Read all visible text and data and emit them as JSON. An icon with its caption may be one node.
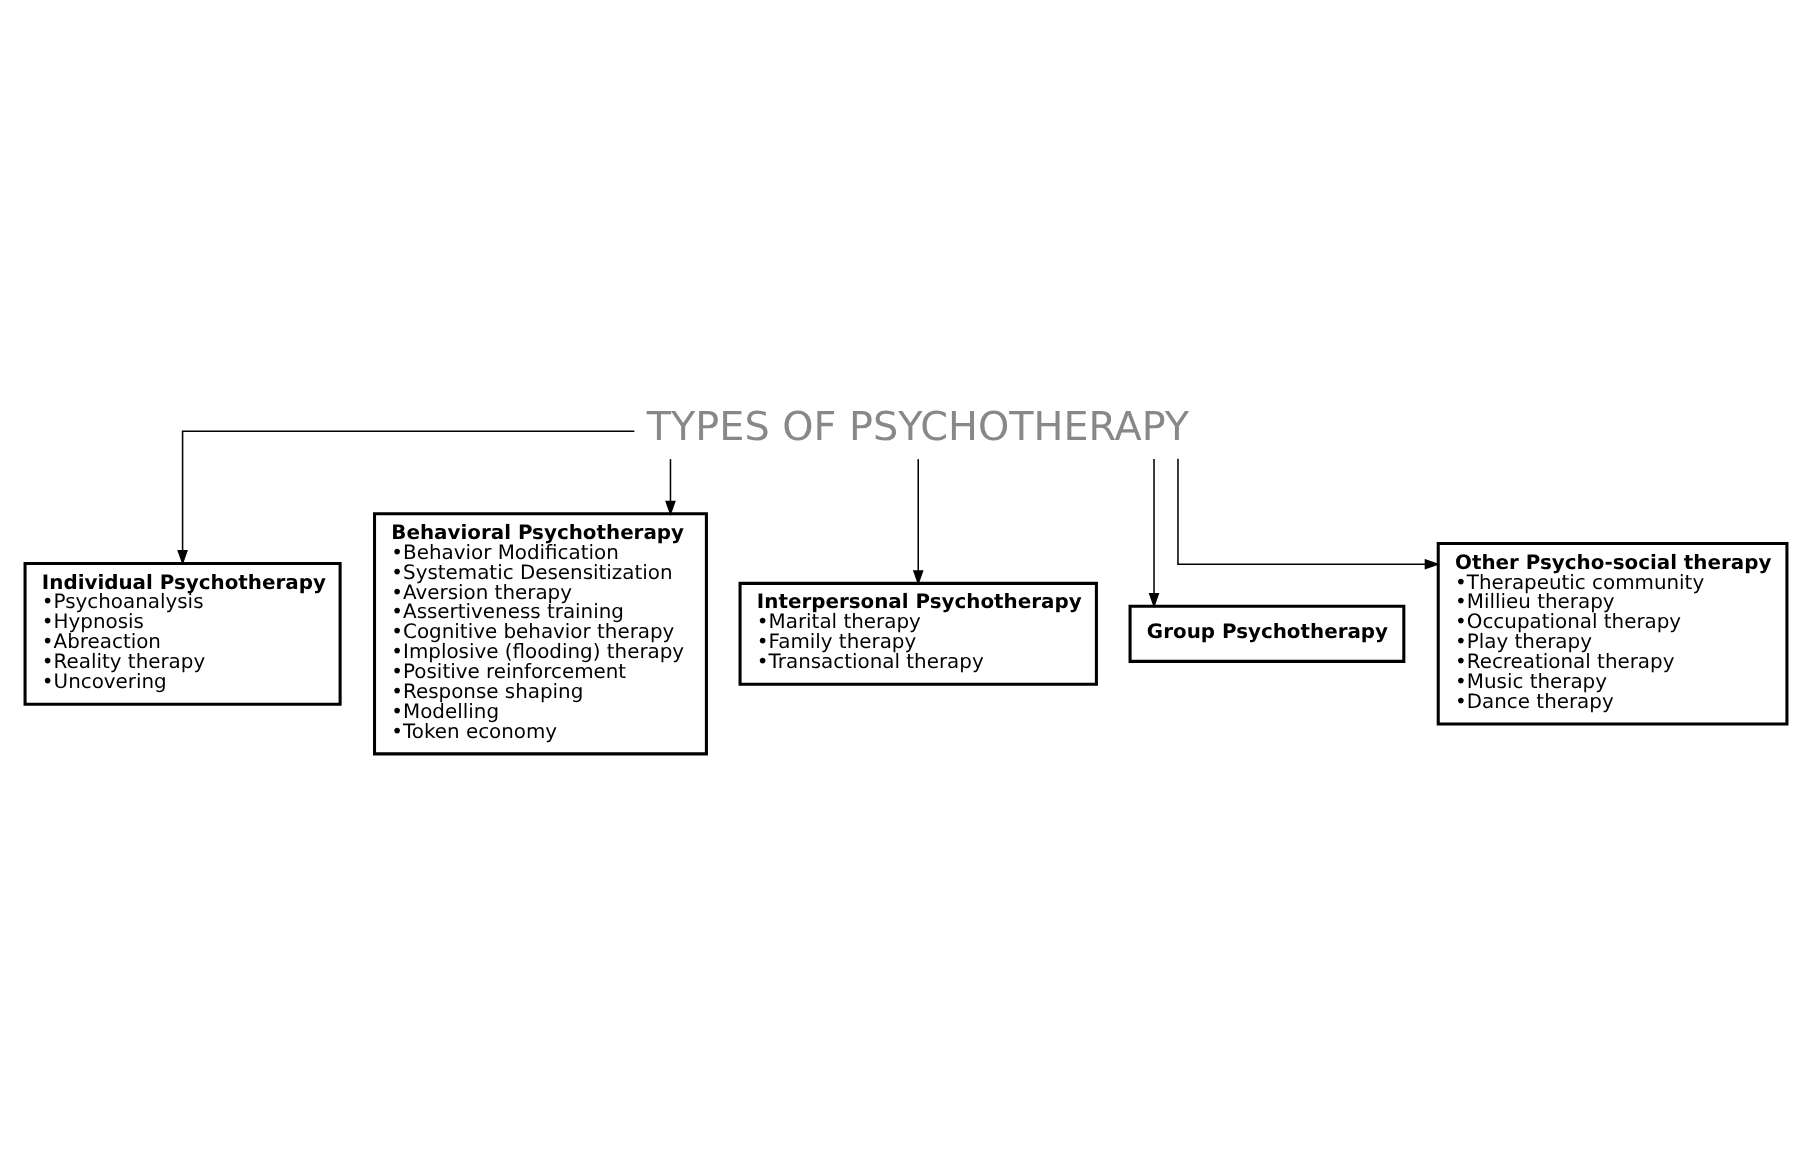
{
  "diagram": {
    "nodes": [
      {
        "text": [
          "TYPES OF PSYCHOTHERAPY"
        ]
      },
      {
        "text": [
          "Individual Psychotherapy",
          "•Psychoanalysis",
          "•Hypnosis",
          "•Abreaction",
          "•Reality therapy",
          "•Uncovering"
        ]
      },
      {
        "text": [
          "Behavioral Psychotherapy",
          "•Behavior Modification",
          "•Systematic Desensitization",
          "•Aversion therapy",
          "•Assertiveness training",
          "•Cognitive behavior therapy",
          "•Implosive (flooding) therapy",
          "•Positive reinforcement",
          "•Response shaping",
          "•Modelling",
          "•Token economy"
        ]
      },
      {
        "text": [
          "Interpersonal Psychotherapy",
          "•Marital therapy",
          "•Family therapy",
          "•Transactional therapy"
        ]
      },
      {
        "text": [
          "Group Psychotherapy"
        ]
      },
      {
        "text": [
          "Other Psycho-social therapy",
          "•Therapeutic community",
          "•Millieu therapy",
          "•Occupational therapy",
          "•Play therapy",
          "•Recreational therapy",
          "•Music therapy",
          "•Dance therapy"
        ]
      }
    ],
    "edges": [
      {
        "from": 0,
        "to": 1,
        "arrow": "to"
      },
      {
        "from": 0,
        "to": 2,
        "arrow": "to"
      },
      {
        "from": 0,
        "to": 3,
        "arrow": "to"
      },
      {
        "from": 0,
        "to": 4,
        "arrow": "to"
      },
      {
        "from": 0,
        "to": 5,
        "arrow": "to"
      }
    ]
  }
}
